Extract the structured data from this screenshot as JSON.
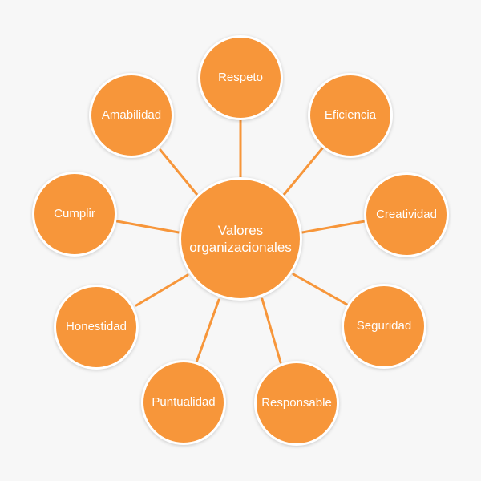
{
  "colors": {
    "background": "#f7f7f7",
    "node_fill": "#f7963a",
    "connector": "#f7963a",
    "text": "#ffffff"
  },
  "center": {
    "label_line1": "Valores",
    "label_line2": "organizacionales"
  },
  "values": {
    "respeto": "Respeto",
    "eficiencia": "Eficiencia",
    "creatividad": "Creatividad",
    "seguridad": "Seguridad",
    "responsable": "Responsable",
    "puntualidad": "Puntualidad",
    "honestidad": "Honestidad",
    "cumplir": "Cumplir",
    "amabilidad": "Amabilidad"
  }
}
